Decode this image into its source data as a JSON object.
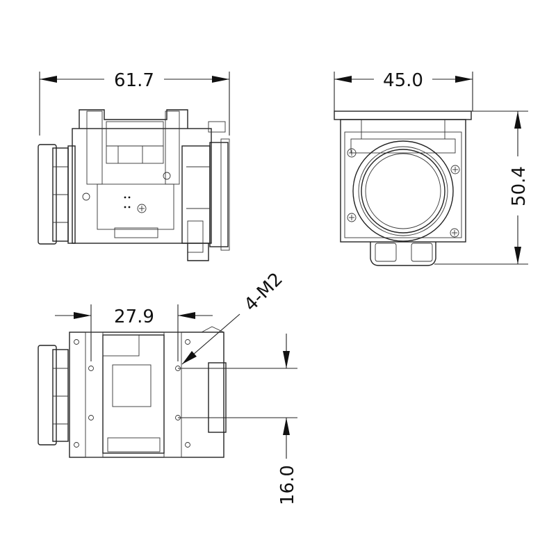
{
  "drawing": {
    "side_view": {
      "width_label": "61.7"
    },
    "front_view": {
      "width_label": "45.0",
      "height_label": "50.4"
    },
    "bottom_view": {
      "hole_spacing_label": "27.9",
      "hole_pitch_label": "16.0",
      "hole_callout": "4-M2"
    }
  },
  "colors": {
    "line": "#222222",
    "arrow": "#111111",
    "background": "#ffffff"
  }
}
